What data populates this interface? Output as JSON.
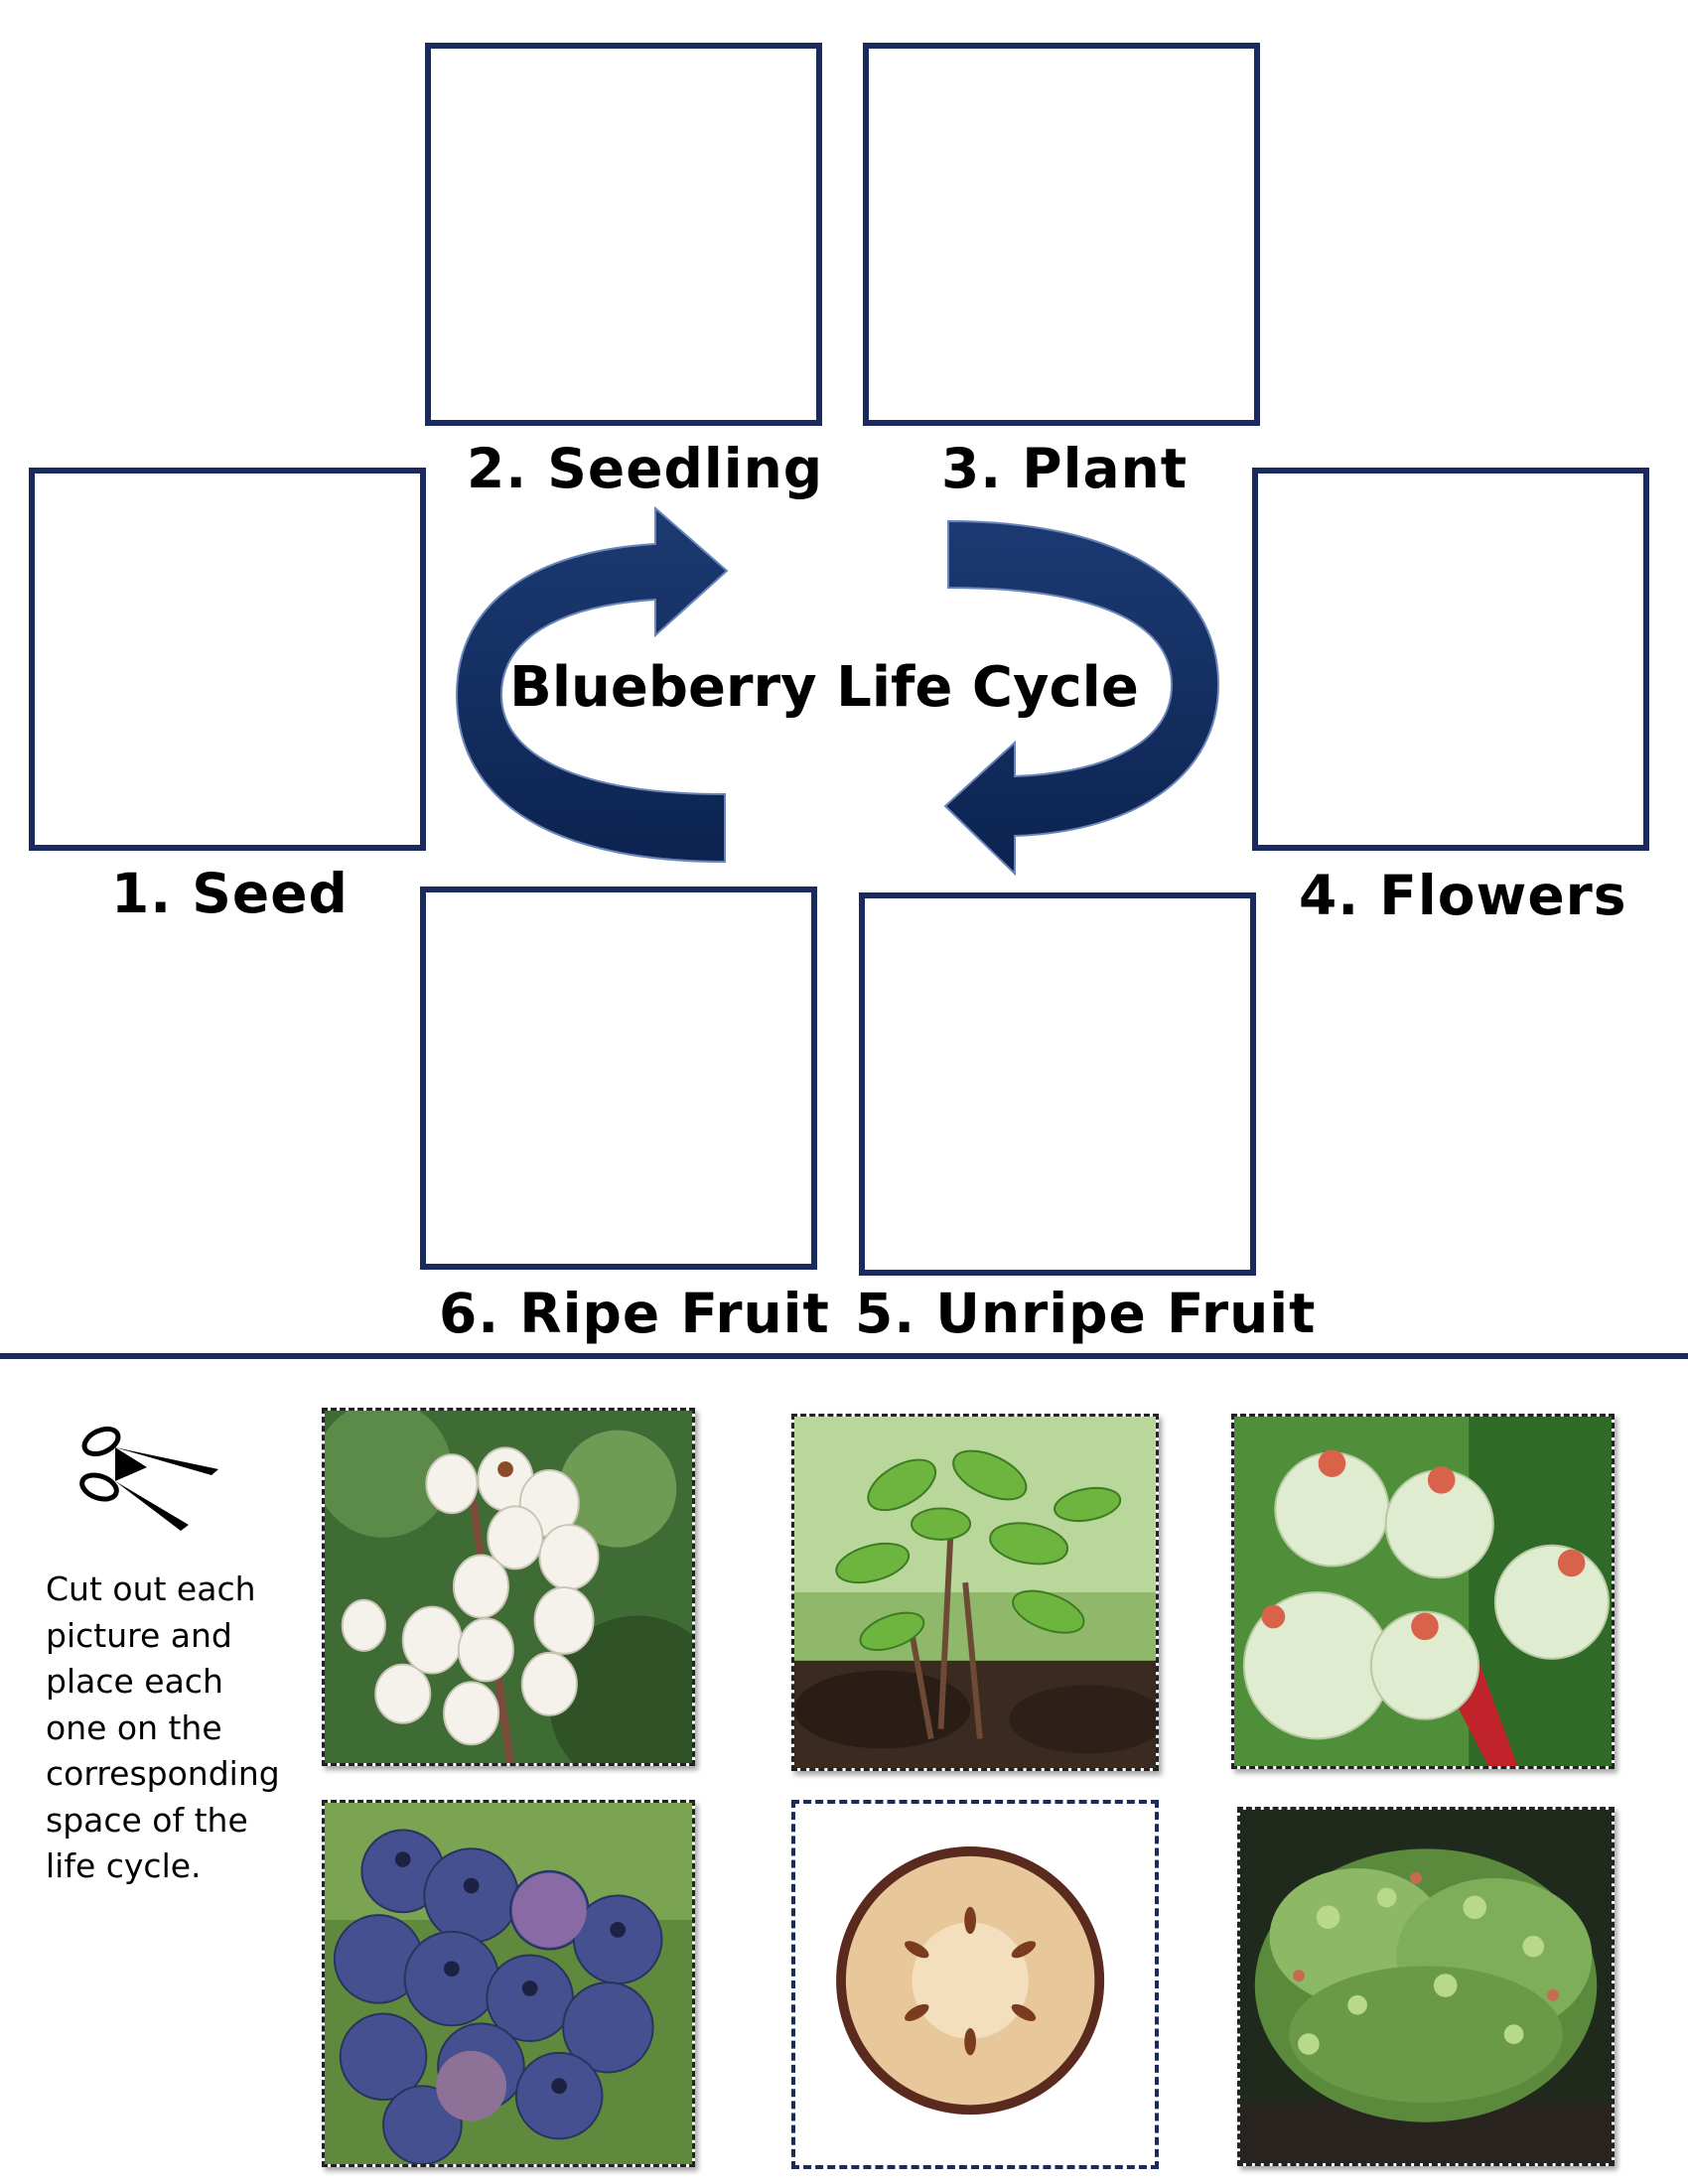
{
  "cycle": {
    "title": "Blueberry Life Cycle",
    "stages": [
      {
        "label": "1. Seed"
      },
      {
        "label": "2. Seedling"
      },
      {
        "label": "3. Plant"
      },
      {
        "label": "4. Flowers"
      },
      {
        "label": "5. Unripe Fruit"
      },
      {
        "label": "6. Ripe Fruit"
      }
    ]
  },
  "cutout": {
    "instructions": "Cut out each picture and place each one on the corresponding space of the life cycle.",
    "pictures": [
      {
        "depicts": "flowers"
      },
      {
        "depicts": "seedling"
      },
      {
        "depicts": "unripe-fruit"
      },
      {
        "depicts": "ripe-fruit"
      },
      {
        "depicts": "seed"
      },
      {
        "depicts": "plant"
      }
    ]
  },
  "colors": {
    "accent": "#1b2a5c",
    "arrow": "#0f2a5a"
  }
}
